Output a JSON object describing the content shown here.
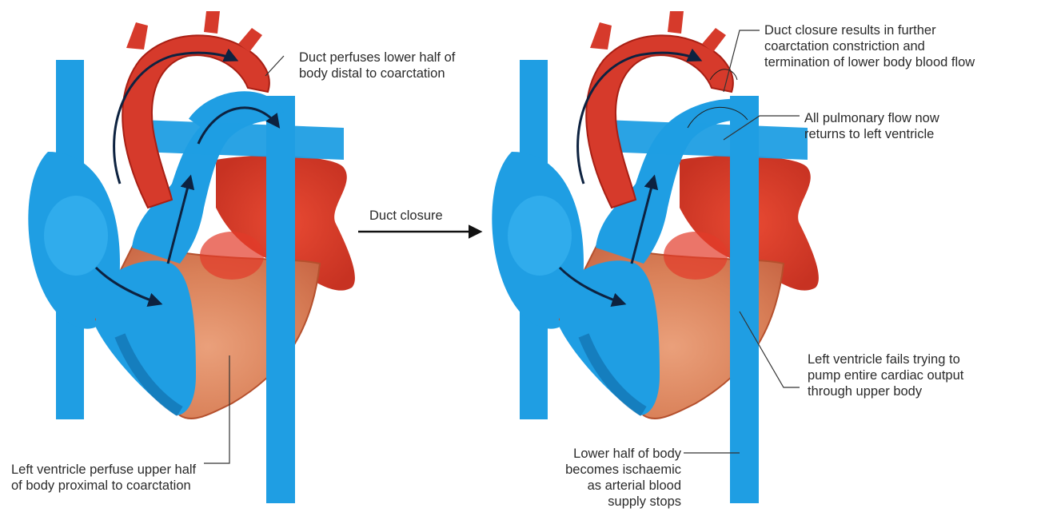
{
  "panels": {
    "before": {
      "duct_label": "Duct perfuses lower half of\nbody distal to coarctation",
      "lv_label": "Left ventricle perfuse upper half\nof body proximal to coarctation"
    },
    "after": {
      "closure_label": "Duct closure results in further\ncoarctation constriction and\ntermination of lower body blood flow",
      "pulmonary_label": "All pulmonary flow now\nreturns to left ventricle",
      "lv_fail_label": "Left ventricle fails trying to\npump entire cardiac output\nthrough upper body",
      "lower_body_label": "Lower half of body\nbecomes ischaemic\nas arterial blood\nsupply stops"
    }
  },
  "transition": {
    "label": "Duct closure"
  },
  "colors": {
    "blue": "#1f9ee3",
    "blue_dark": "#0b6fb0",
    "red": "#d63a2b",
    "red_dark": "#a81f14",
    "muscle": "#e8906a",
    "outline": "#b5502d",
    "arrow": "#0d2240"
  }
}
